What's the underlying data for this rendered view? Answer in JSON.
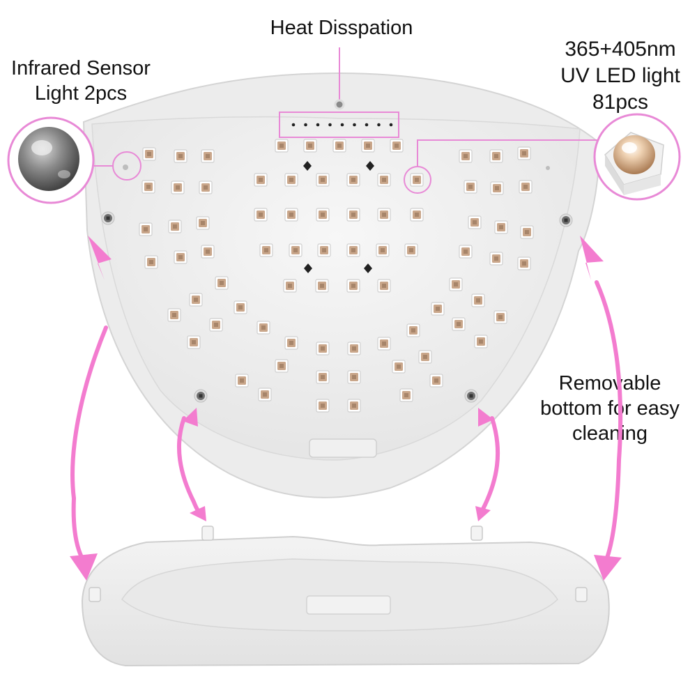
{
  "labels": {
    "heat": "Heat Disspation",
    "infrared_line1": "Infrared Sensor",
    "infrared_line2": "Light 2pcs",
    "uv_line1": "365+405nm",
    "uv_line2": "UV LED light",
    "uv_line3": "81pcs",
    "removable_line1": "Removable",
    "removable_line2": "bottom for easy",
    "removable_line3": "cleaning"
  },
  "colors": {
    "accent": "#f37ccf",
    "callout": "#e889d6",
    "body": "#f2f2f2",
    "led_chip": "#c9a68a",
    "led_frame": "#ffffff",
    "screw": "#6f6f6f"
  },
  "icons": {
    "sensor": "infrared-sensor-lens-icon",
    "led": "uv-led-bead-icon"
  },
  "counts": {
    "uv_leds": 81,
    "infrared_sensors": 2
  }
}
